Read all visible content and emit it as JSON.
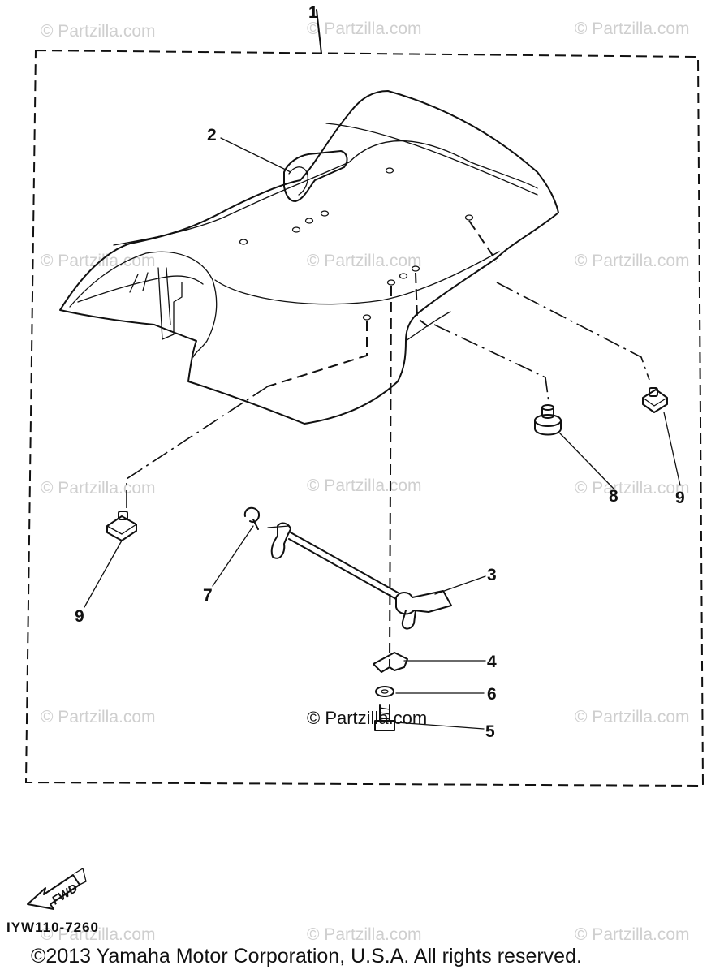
{
  "watermark_text": "© Partzilla.com",
  "diagram_code": "IYW110-7260",
  "copyright": "©2013 Yamaha Motor Corporation, U.S.A. All rights reserved.",
  "fwd_label": "FWD",
  "callouts": {
    "c1": "1",
    "c2": "2",
    "c3": "3",
    "c4": "4",
    "c5": "5",
    "c6": "6",
    "c7": "7",
    "c8": "8",
    "c9a": "9",
    "c9b": "9"
  }
}
